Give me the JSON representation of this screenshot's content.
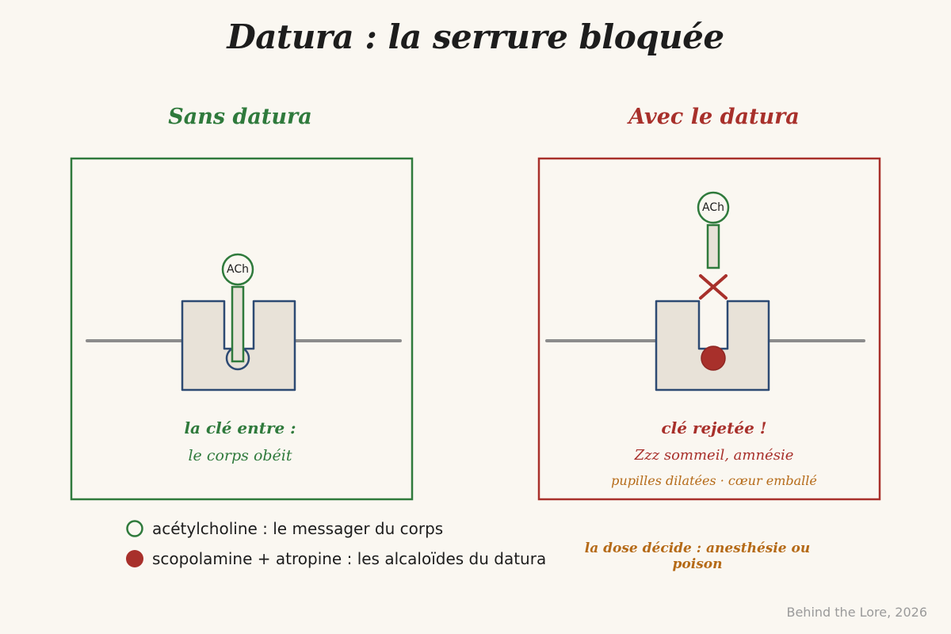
{
  "title": "Datura : la serrure bloquée",
  "left_panel": {
    "heading": "Sans datura",
    "key_label": "ACh",
    "caption_line1": "la clé entre :",
    "caption_line2": "le corps obéit"
  },
  "right_panel": {
    "heading": "Avec le datura",
    "key_label": "ACh",
    "caption_line1": "clé rejetée !",
    "caption_line2": "Zzz sommeil, amnésie",
    "caption_line3": "pupilles dilatées · cœur emballé"
  },
  "legend": {
    "ach": "acétylcholine : le messager du corps",
    "alkaloids": "scopolamine + atropine : les alcaloïdes du datura"
  },
  "dose_note": "la dose décide : anesthésie ou poison",
  "credit": "Behind the Lore, 2026",
  "colors": {
    "green": "#2f7a3c",
    "red": "#a8302b",
    "navy": "#2d4a73",
    "receptor_fill": "#e8e2d8",
    "membrane": "#8c8c8c",
    "orange": "#b56a17"
  }
}
